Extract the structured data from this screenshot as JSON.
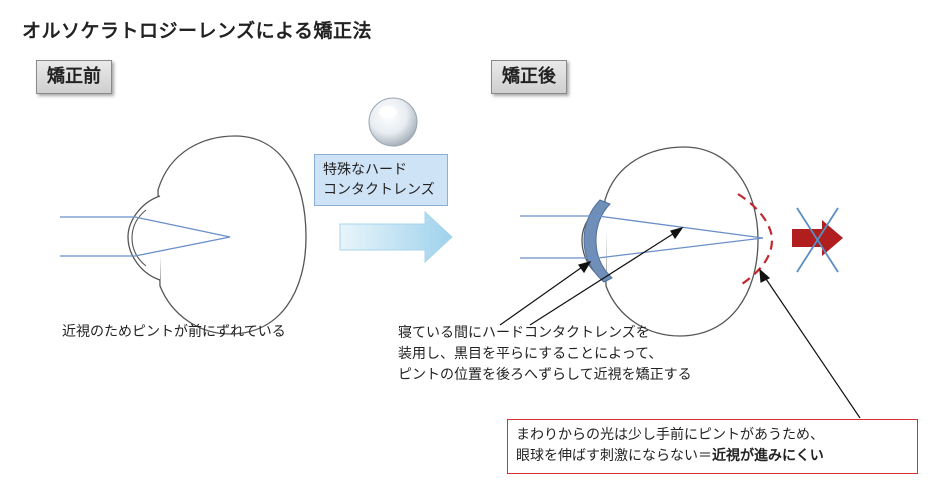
{
  "title": "オルソケラトロジーレンズによる矯正法",
  "labels": {
    "before": "矯正前",
    "after": "矯正後"
  },
  "lens_box": {
    "line1": "特殊なハード",
    "line2": "コンタクトレンズ"
  },
  "captions": {
    "before": "近視のためピントが前にずれている",
    "mechanism_line1": "寝ている間にハードコンタクトレンズを",
    "mechanism_line2": "装用し、黒目を平らにすることによって、",
    "mechanism_line3": "ピントの位置を後ろへずらして近視を矯正する"
  },
  "note": {
    "line1": "まわりからの光は少し手前にピントがあうため、",
    "line2_normal": "眼球を伸ばす刺激にならない＝",
    "line2_bold": "近視が進みにくい"
  },
  "colors": {
    "ray": "#6a8fc9",
    "lens": "#6f8fb8",
    "focus_arc": "#c0282c",
    "arrow_red": "#b01e1e",
    "cross": "#5a8fc4",
    "note_border": "#d63030"
  }
}
